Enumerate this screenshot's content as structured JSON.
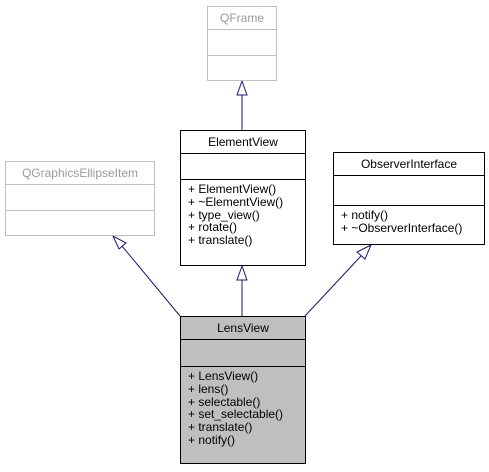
{
  "classes": {
    "qframe": {
      "name": "QFrame",
      "attributes": [],
      "operations": []
    },
    "qgraphicsellipseitem": {
      "name": "QGraphicsEllipseItem",
      "attributes": [],
      "operations": []
    },
    "elementview": {
      "name": "ElementView",
      "attributes": [],
      "operations": [
        "+ ElementView()",
        "+ ~ElementView()",
        "+ type_view()",
        "+ rotate()",
        "+ translate()"
      ]
    },
    "observerinterface": {
      "name": "ObserverInterface",
      "attributes": [],
      "operations": [
        "+ notify()",
        "+ ~ObserverInterface()"
      ]
    },
    "lensview": {
      "name": "LensView",
      "attributes": [],
      "operations": [
        "+ LensView()",
        "+ lens()",
        "+ selectable()",
        "+ set_selectable()",
        "+ translate()",
        "+ notify()"
      ]
    }
  },
  "colors": {
    "edge": "#191970",
    "focus_fill": "#bfbfbf",
    "ghost_border": "#bfbfbf",
    "ghost_text": "#9a9a9a"
  }
}
